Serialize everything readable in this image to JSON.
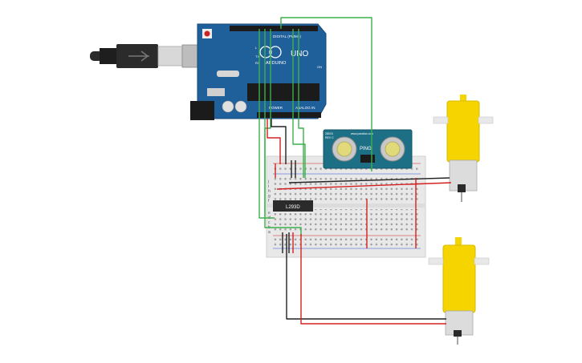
{
  "arduino": {
    "brand_label": "ARDUINO",
    "model_label": "UNO",
    "digital_label": "DIGITAL (PWM~)",
    "power_label": "POWER",
    "analog_label": "ANALOG IN",
    "tx_label": "TX",
    "rx_label": "RX",
    "l_label": "L",
    "on_label": "ON"
  },
  "sensor": {
    "name_label": "PING",
    "site_label": "www.parallax.com",
    "id_label": "28015",
    "rev_label": "REV C"
  },
  "breadboard": {
    "chip_label": "L293D",
    "row_letters_top": [
      "j",
      "i",
      "h",
      "g",
      "f"
    ],
    "row_letters_bottom": [
      "e",
      "d",
      "c",
      "b",
      "a"
    ]
  },
  "colors": {
    "arduino_blue": "#1f5f9a",
    "sensor_teal": "#1d6f86",
    "motor_yellow": "#f5d400",
    "wire_green": "#3cb04a",
    "wire_red": "#d42020",
    "wire_black": "#222222",
    "breadboard": "#e8e8e8"
  },
  "components": [
    "usb-cable",
    "arduino-uno",
    "breadboard",
    "l293d-chip",
    "ultrasonic-sensor",
    "dc-motor-top",
    "dc-motor-bottom"
  ]
}
